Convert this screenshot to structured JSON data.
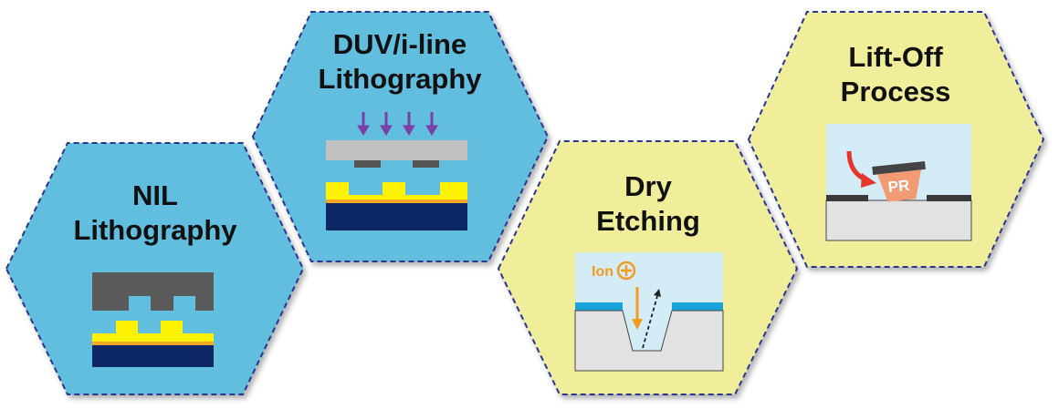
{
  "hexagons": [
    {
      "id": "nil",
      "title_line1": "NIL",
      "title_line2": "Lithography",
      "fill": "#62bedf"
    },
    {
      "id": "duv",
      "title_line1": "DUV/i-line",
      "title_line2": "Lithography",
      "fill": "#62bedf"
    },
    {
      "id": "dry",
      "title_line1": "Dry",
      "title_line2": "Etching",
      "fill": "#f0ee9a"
    },
    {
      "id": "liftoff",
      "title_line1": "Lift-Off",
      "title_line2": "Process",
      "fill": "#f0ee9a"
    }
  ],
  "dry_etching": {
    "ion_label": "Ion"
  },
  "lift_off": {
    "pr_label": "PR"
  },
  "colors": {
    "outline": "#2b3590",
    "substrate": "#0d2766",
    "resist": "#fff200",
    "resist_base": "#f5a623",
    "mold": "#5a5a5a",
    "mask": "#c2c2c2",
    "mask_pattern": "#555555",
    "arrow_purple": "#7b3fa8",
    "film_blue": "#1aa3d9",
    "wafer_grey": "#e2e2e2",
    "ion_orange": "#f29b1d",
    "pr_orange": "#f29a73",
    "arrow_red": "#e6352b"
  }
}
